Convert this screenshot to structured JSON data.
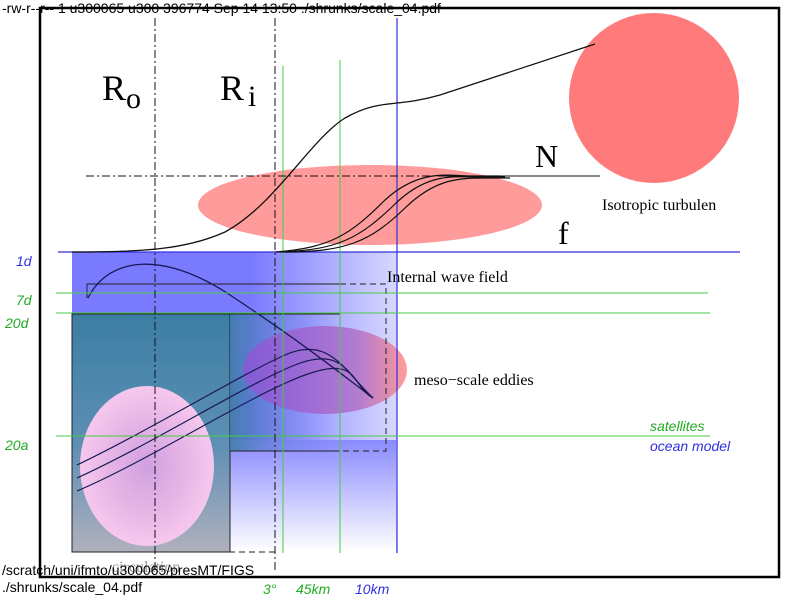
{
  "header_line": "-rw-r--r-- 1 u300065 u300 396774 Sep 14 13:50 ./shrunks/scale_04.pdf",
  "footer_path": "/scratch/uni/ifmto/u300065/presMT/FIGS",
  "footer_file": "./shrunks/scale_04.pdf",
  "symbols": {
    "rossby_outer_main": "R",
    "rossby_outer_sub": "o",
    "rossby_inner_main": "R",
    "rossby_inner_sub": "i",
    "buoyancy": "N",
    "coriolis": "f"
  },
  "regions": {
    "isotropic": "Isotropic turbulen",
    "internal_waves": "Internal wave field",
    "eddies": "meso−scale eddies",
    "bottom_hidden": "circulation"
  },
  "time_labels": [
    "1d",
    "7d",
    "20d",
    "20a"
  ],
  "space_labels": [
    "3°",
    "45km",
    "10km"
  ],
  "legend": {
    "satellites": "satellites",
    "ocean_model": "ocean model"
  },
  "colors": {
    "blue": "#3030dd",
    "green": "#22aa22",
    "red_blob": "#ff6a6a",
    "blue_fill": "#7777ff",
    "teal": "#3d7fa0",
    "eddy": "#a060d8"
  }
}
